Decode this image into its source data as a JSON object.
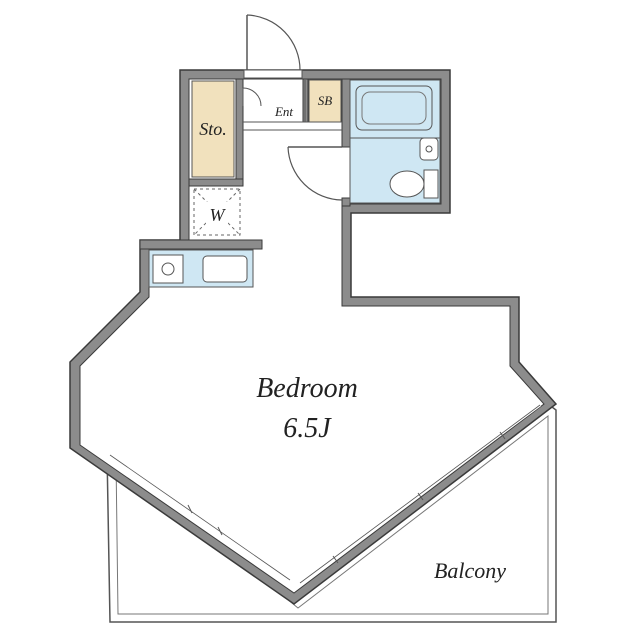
{
  "colors": {
    "wall": "#8c8c8c",
    "wall_outline": "#3a3a3a",
    "storage_fill": "#f1e1bd",
    "bath_fill": "#cfe7f3",
    "line": "#555555"
  },
  "rooms": {
    "bedroom_name": "Bedroom",
    "bedroom_size": "6.5J",
    "balcony": "Balcony",
    "storage": "Sto.",
    "entrance": "Ent",
    "shoe_box": "SB",
    "washer": "W"
  }
}
